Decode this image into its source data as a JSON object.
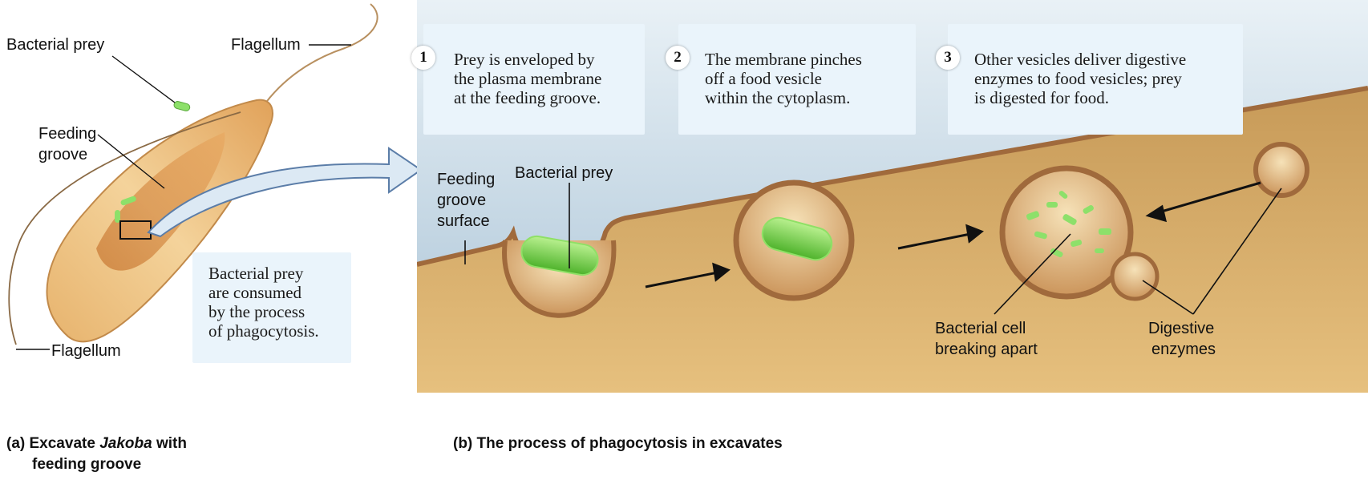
{
  "panel_a": {
    "labels": {
      "bacterial_prey": "Bacterial prey",
      "flagellum_top": "Flagellum",
      "feeding_groove_line1": "Feeding",
      "feeding_groove_line2": "groove",
      "flagellum_bottom": "Flagellum"
    },
    "callout": {
      "line1": "Bacterial prey",
      "line2": "are consumed",
      "line3": "by the process",
      "line4": "of phagocytosis."
    },
    "caption": {
      "prefix": "(a) Excavate ",
      "italic": "Jakoba",
      "suffix": " with",
      "line2": "feeding groove"
    }
  },
  "panel_b": {
    "steps": [
      {
        "number": "1",
        "line1": "Prey is enveloped by",
        "line2": "the plasma membrane",
        "line3": "at the feeding groove."
      },
      {
        "number": "2",
        "line1": "The membrane pinches",
        "line2": "off a food vesicle",
        "line3": "within the cytoplasm."
      },
      {
        "number": "3",
        "line1": "Other vesicles deliver digestive",
        "line2": "enzymes to food vesicles; prey",
        "line3": "is digested for food."
      }
    ],
    "labels": {
      "feeding_groove_surface_1": "Feeding",
      "feeding_groove_surface_2": "groove",
      "feeding_groove_surface_3": "surface",
      "bacterial_prey": "Bacterial prey",
      "bacterial_cell_1": "Bacterial cell",
      "bacterial_cell_2": "breaking apart",
      "digestive_1": "Digestive",
      "digestive_2": "enzymes"
    },
    "caption": "(b) The process of phagocytosis in excavates"
  },
  "colors": {
    "background_frame": "#00007a",
    "cytoplasm": "#d9ac63",
    "membrane": "#b07a47",
    "prey_green": "#7ed957",
    "callout_bg": "#eaf4fb",
    "water": "#bcd3e2"
  }
}
